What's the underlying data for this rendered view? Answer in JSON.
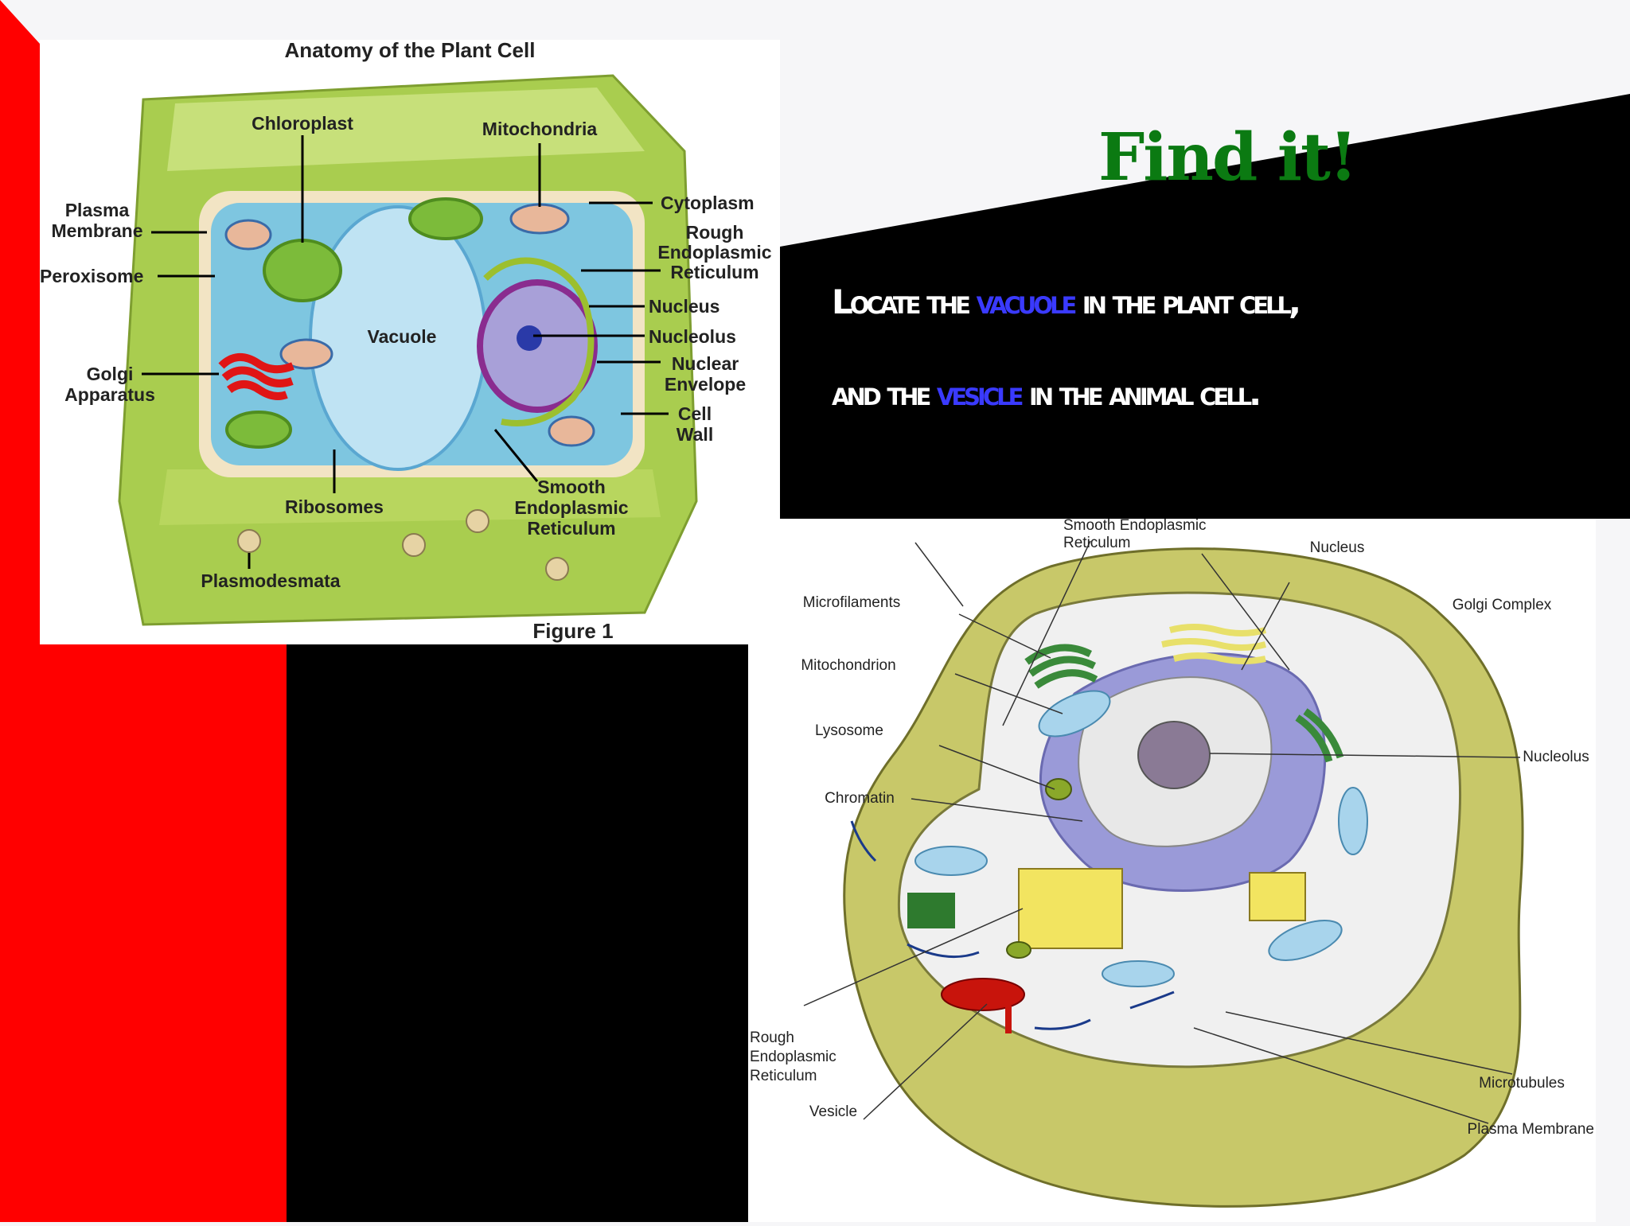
{
  "slide": {
    "title": "Find it!",
    "line1": {
      "a": "Locate the ",
      "hl": "vacuole",
      "b": " in the plant cell,"
    },
    "line2": {
      "a": "and the ",
      "hl": "vesicle",
      "b": " in the animal cell."
    }
  },
  "plant_diagram": {
    "title": "Anatomy of the Plant Cell",
    "caption": "Figure 1",
    "labels": {
      "chloroplast": "Chloroplast",
      "mitochondria": "Mitochondria",
      "plasma_membrane_1": "Plasma",
      "plasma_membrane_2": "Membrane",
      "peroxisome": "Peroxisome",
      "golgi_1": "Golgi",
      "golgi_2": "Apparatus",
      "vacuole": "Vacuole",
      "cytoplasm": "Cytoplasm",
      "rough_er_1": "Rough",
      "rough_er_2": "Endoplasmic",
      "rough_er_3": "Reticulum",
      "nucleus": "Nucleus",
      "nucleolus": "Nucleolus",
      "nuclear_env_1": "Nuclear",
      "nuclear_env_2": "Envelope",
      "cell_wall_1": "Cell",
      "cell_wall_2": "Wall",
      "smooth_er_1": "Smooth",
      "smooth_er_2": "Endoplasmic",
      "smooth_er_3": "Reticulum",
      "ribosomes": "Ribosomes",
      "plasmodesmata": "Plasmodesmata"
    }
  },
  "animal_diagram": {
    "labels": {
      "smooth_er_1": "Smooth Endoplasmic",
      "smooth_er_2": "Reticulum",
      "nucleus": "Nucleus",
      "microfilaments": "Microfilaments",
      "golgi": "Golgi Complex",
      "mitochondrion": "Mitochondrion",
      "lysosome": "Lysosome",
      "nucleolus": "Nucleolus",
      "chromatin": "Chromatin",
      "rough_er_1": "Rough",
      "rough_er_2": "Endoplasmic",
      "rough_er_3": "Reticulum",
      "vesicle": "Vesicle",
      "microtubules": "Microtubules",
      "plasma_membrane": "Plasma Membrane"
    }
  },
  "colors": {
    "accent_red": "#ff0000",
    "title_green": "#0b7a12",
    "highlight_blue": "#3a3aff"
  }
}
